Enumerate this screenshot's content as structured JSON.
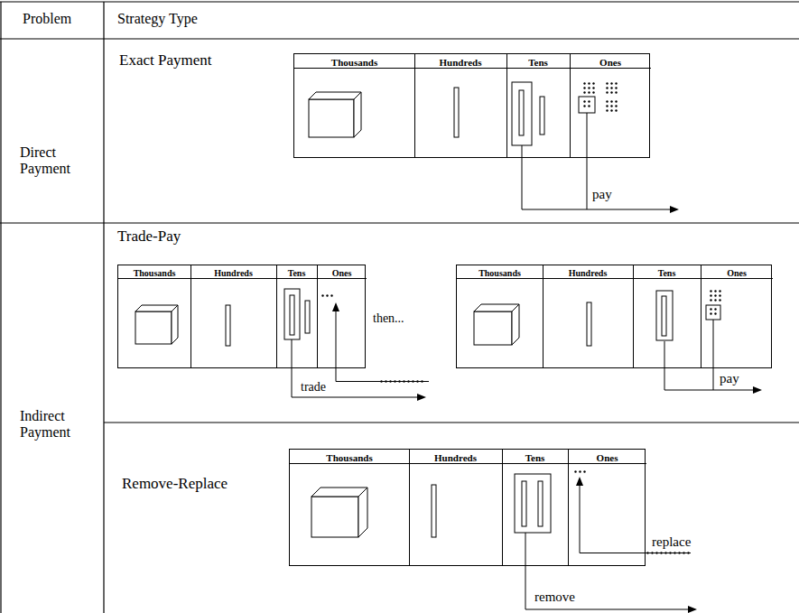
{
  "diagram": {
    "nodes": [
      {
        "text": [
          "Thousands",
          "Hundreds",
          "Tens",
          "Ones"
        ]
      },
      {
        "text": [
          "Thousands",
          "Hundreds",
          "Tens",
          "Ones"
        ]
      },
      {
        "text": [
          "Thousands",
          "Hundreds",
          "Tens",
          "Ones"
        ]
      },
      {
        "text": [
          "Thousands",
          "Hundreds",
          "Tens",
          "Ones"
        ]
      }
    ],
    "labels": [
      "Problem",
      "Strategy Type",
      "Direct Payment",
      "Exact Payment",
      "pay",
      "Trade-Pay",
      "trade",
      "then...",
      "pay",
      "Indirect Payment",
      "Remove-Replace",
      "replace",
      "remove"
    ]
  }
}
